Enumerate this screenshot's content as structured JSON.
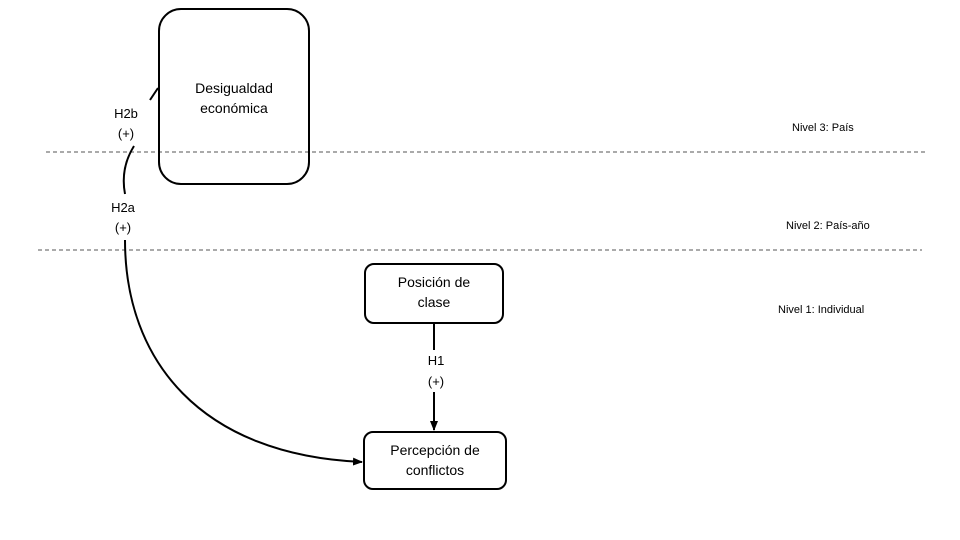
{
  "levels": {
    "country": "Nivel 3: País",
    "country_year": "Nivel 2: País-año",
    "individual": "Nivel 1: Individual"
  },
  "nodes": {
    "inequality": {
      "line1": "Desigualdad",
      "line2": "económica"
    },
    "class_position": {
      "line1": "Posición de",
      "line2": "clase"
    },
    "conflict_perception": {
      "line1": "Percepción de",
      "line2": "conflictos"
    }
  },
  "hypotheses": {
    "h2b": {
      "label": "H2b",
      "sign": "(+)"
    },
    "h2a": {
      "label": "H2a",
      "sign": "(+)"
    },
    "h1": {
      "label": "H1",
      "sign": "(+)"
    }
  }
}
